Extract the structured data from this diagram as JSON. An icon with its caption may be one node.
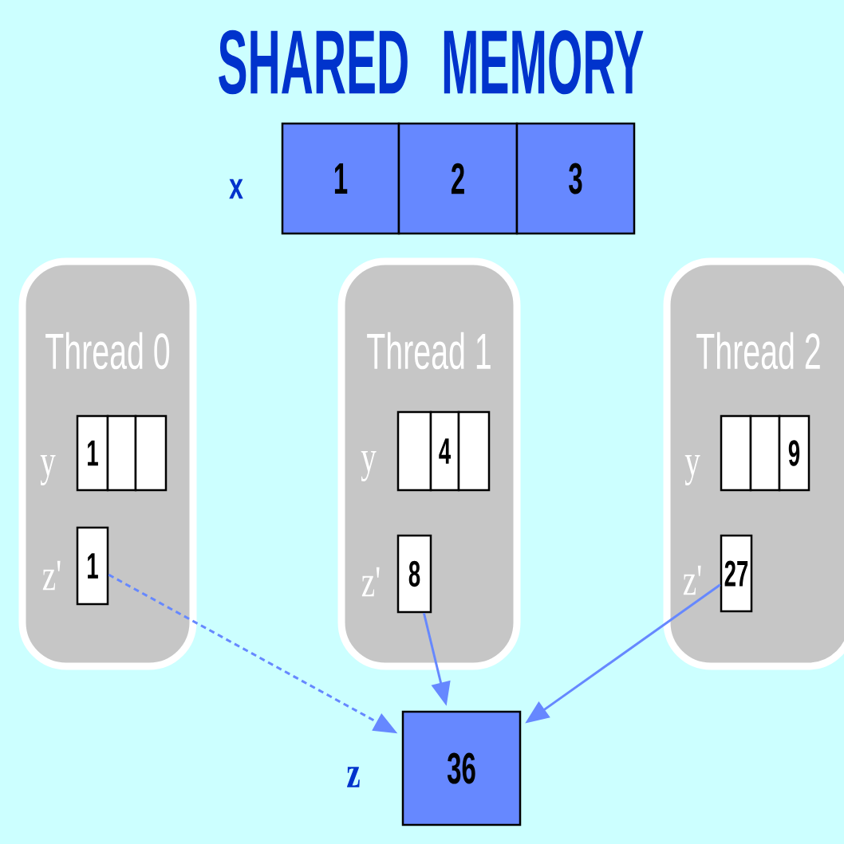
{
  "diagram": {
    "title": "SHARED MEMORY",
    "nodes": [
      {
        "text": [
          "1"
        ]
      },
      {
        "text": [
          "2"
        ]
      },
      {
        "text": [
          "3"
        ]
      },
      {
        "text": [
          "Thread 0"
        ]
      },
      {
        "text": [
          "1"
        ],
        "in": 3
      },
      {
        "text": [],
        "shape": "box",
        "in": 3
      },
      {
        "text": [],
        "shape": "box",
        "in": 3
      },
      {
        "text": [
          "1"
        ],
        "in": 3
      },
      {
        "text": [
          "Thread 1"
        ]
      },
      {
        "text": [],
        "shape": "box",
        "in": 8
      },
      {
        "text": [
          "4"
        ],
        "in": 8
      },
      {
        "text": [],
        "shape": "box",
        "in": 8
      },
      {
        "text": [
          "8"
        ],
        "in": 8
      },
      {
        "text": [
          "Thread 2"
        ]
      },
      {
        "text": [],
        "shape": "box",
        "in": 13
      },
      {
        "text": [],
        "shape": "box",
        "in": 13
      },
      {
        "text": [
          "9"
        ],
        "in": 13
      },
      {
        "text": [
          "27"
        ],
        "in": 13
      },
      {
        "text": [
          "36"
        ]
      }
    ],
    "edges": [
      {
        "from": 7,
        "to": 18,
        "arrow": "to",
        "style": "dashed"
      },
      {
        "from": 12,
        "to": 18,
        "arrow": "to"
      },
      {
        "from": 17,
        "to": 18,
        "arrow": "to"
      }
    ],
    "labels": [
      "x",
      "y",
      "z'",
      "y",
      "z'",
      "y",
      "z'",
      "z"
    ]
  }
}
